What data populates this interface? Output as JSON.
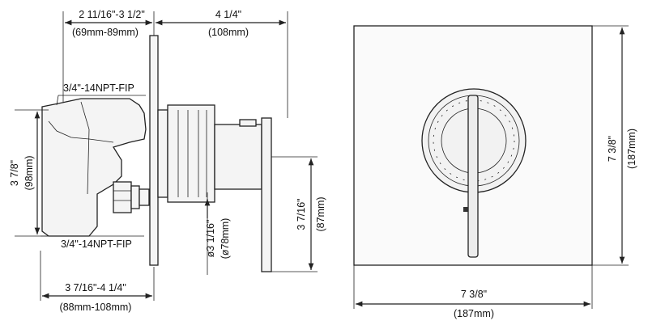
{
  "dimensions": {
    "rough_in_depth": {
      "imperial": "2 11/16\"-3 1/2\"",
      "metric": "(69mm-89mm)"
    },
    "trim_projection": {
      "imperial": "4 1/4\"",
      "metric": "(108mm)"
    },
    "valve_height": {
      "imperial": "3 7/8\"",
      "metric": "(98mm)"
    },
    "escutcheon_diameter": {
      "imperial": "ø3 1/16\"",
      "metric": "(ø78mm)"
    },
    "handle_offset": {
      "imperial": "3 7/16\"",
      "metric": "(87mm)"
    },
    "overall_depth": {
      "imperial": "3 7/16\"-4 1/4\"",
      "metric": "(88mm-108mm)"
    },
    "plate_height": {
      "imperial": "7 3/8\"",
      "metric": "(187mm)"
    },
    "plate_width": {
      "imperial": "7 3/8\"",
      "metric": "(187mm)"
    }
  },
  "labels": {
    "inlet_top": "3/4\"-14NPT-FIP",
    "inlet_bottom": "3/4\"-14NPT-FIP"
  }
}
